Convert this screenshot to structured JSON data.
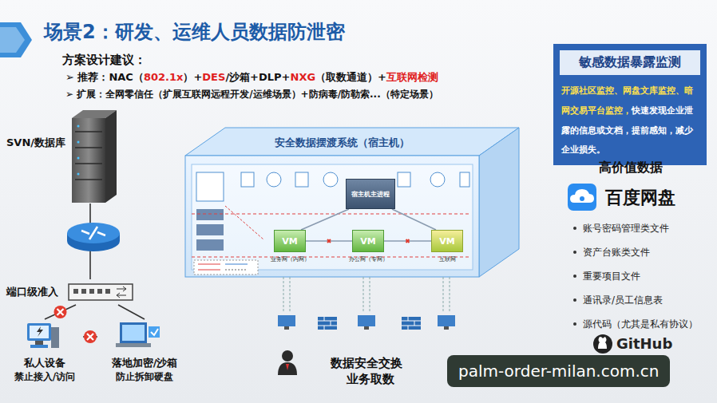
{
  "diagram": {
    "title": "场景2：研发、运维人员数据防泄密",
    "nodes": [
      {
        "text": [
          "SVN/数据库"
        ]
      },
      {
        "text": [
          "端口级准入"
        ]
      },
      {
        "text": [
          "私人设备",
          "禁止接入/访问"
        ]
      },
      {
        "text": [
          "落地加密/沙箱",
          "防止拆卸硬盘"
        ]
      },
      {
        "text": [
          "安全数据摆渡系统（宿主机）"
        ]
      },
      {
        "text": [
          "宿主机主进程"
        ],
        "in": 4
      },
      {
        "text": [
          "VM",
          "业务网（内网）"
        ],
        "in": 4
      },
      {
        "text": [
          "VM",
          "办公网（专网）"
        ],
        "in": 4
      },
      {
        "text": [
          "VM",
          "互联网"
        ],
        "in": 4
      },
      {
        "text": [
          "敏感数据暴露监测",
          "开源社区监控、网盘文库监控、暗网交易平台监控，",
          "快速发现企业泄露的信息或文档，提前感知，减少企业损失。"
        ]
      }
    ],
    "edges": [
      {
        "from": 0,
        "to": 1,
        "arrow": "none"
      },
      {
        "from": 1,
        "to": 2,
        "arrow": "none"
      },
      {
        "from": 1,
        "to": 3,
        "arrow": "none"
      },
      {
        "from": 2,
        "to": 3,
        "arrow": "none"
      },
      {
        "from": 5,
        "to": 6,
        "arrow": "none"
      },
      {
        "from": 5,
        "to": 8,
        "arrow": "none"
      },
      {
        "from": 6,
        "to": 7,
        "arrow": "none"
      },
      {
        "from": 7,
        "to": 8,
        "arrow": "none"
      }
    ],
    "labels": [
      "方案设计建议：",
      "➢ 推荐：NAC（",
      "802.1x",
      "）+",
      "DES",
      "/沙箱+DLP+",
      "NXG",
      "（取数通道）+",
      "互联网检测",
      "➢ 扩展：全网零信任（扩展互联网远程开发/运维场景）+防病毒/防勒索...（特定场景）",
      "数据安全交换",
      "业务取数",
      "高价值数据",
      "百度网盘",
      "账号密码管理类文件",
      "资产台账类文件",
      "重要项目文件",
      "通讯录/员工信息表",
      "源代码（尤其是私有协议）",
      "GitHub",
      "palm-order-milan.com.cn"
    ]
  }
}
